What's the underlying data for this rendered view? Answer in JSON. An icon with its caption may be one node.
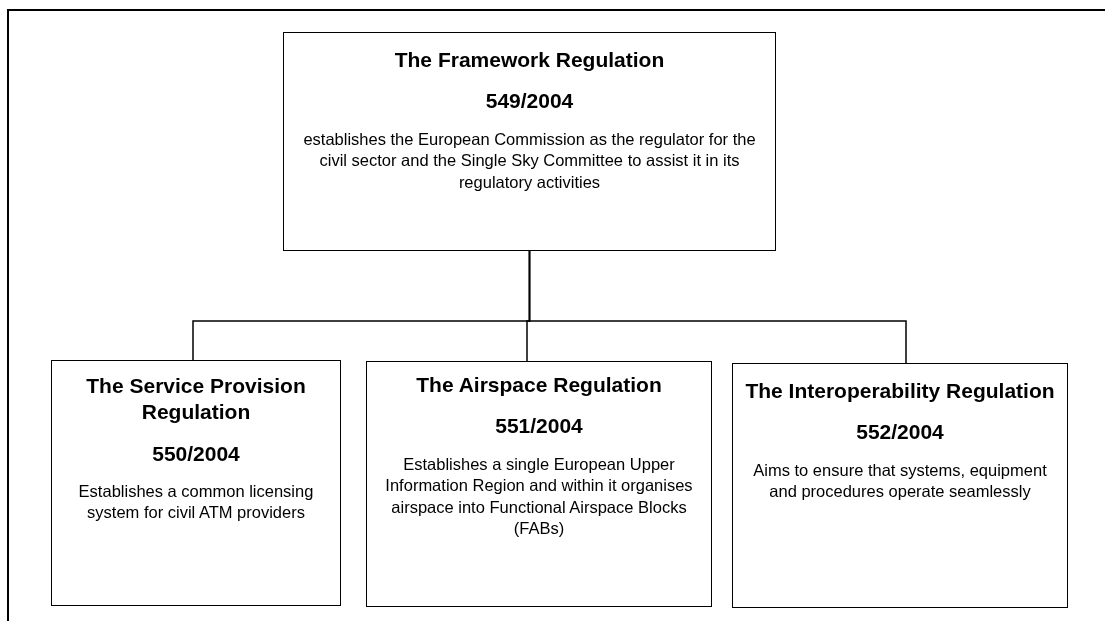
{
  "diagram": {
    "nodes": [
      {
        "text": [
          "The Framework Regulation",
          "549/2004",
          "establishes the European Commission as the regulator for the civil sector and the Single Sky Committee to assist it in its regulatory activities"
        ]
      },
      {
        "text": [
          "The Service Provision Regulation",
          "550/2004",
          "Establishes a common licensing system for civil ATM providers"
        ]
      },
      {
        "text": [
          "The Airspace Regulation",
          "551/2004",
          "Establishes a single European Upper Information Region and within it organises airspace into Functional Airspace Blocks (FABs)"
        ]
      },
      {
        "text": [
          "The Interoperability Regulation",
          "552/2004",
          "Aims to ensure that systems, equipment and procedures operate seamlessly"
        ]
      }
    ],
    "edges": [
      {
        "from": 0,
        "to": 1,
        "arrow": "none"
      },
      {
        "from": 0,
        "to": 2,
        "arrow": "none"
      },
      {
        "from": 0,
        "to": 3,
        "arrow": "none"
      }
    ]
  }
}
